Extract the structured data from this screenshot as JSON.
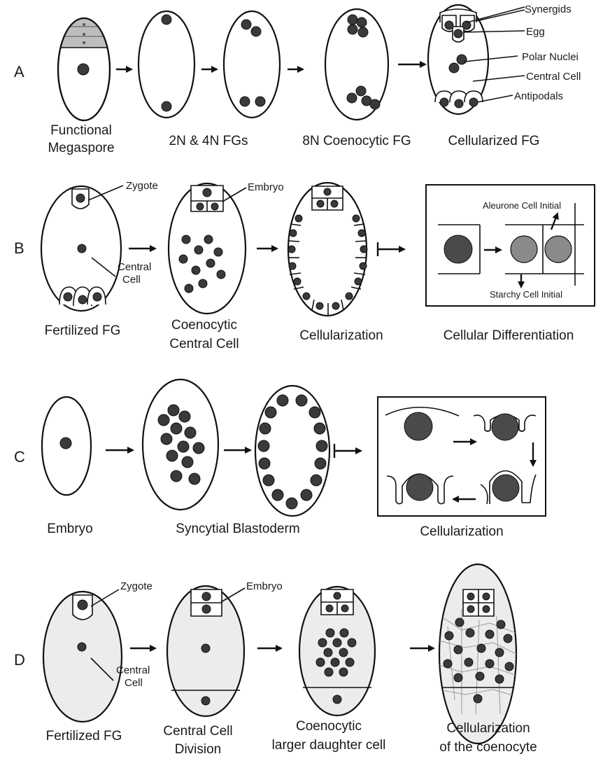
{
  "rows": {
    "A": {
      "letter": "A",
      "captions": [
        "Functional",
        "Megaspore",
        "2N & 4N FGs",
        "8N Coenocytic FG",
        "Cellularized FG"
      ],
      "labels": [
        "Synergids",
        "Egg",
        "Polar Nuclei",
        "Central Cell",
        "Antipodals"
      ]
    },
    "B": {
      "letter": "B",
      "labels": [
        "Zygote",
        "Central",
        "Cell",
        "Embryo",
        "Aleurone Cell Initial",
        "Starchy Cell Initial"
      ],
      "captions": [
        "Fertilized FG",
        "Coenocytic",
        "Central Cell",
        "Cellularization",
        "Cellular Differentiation"
      ]
    },
    "C": {
      "letter": "C",
      "captions": [
        "Embryo",
        "Syncytial Blastoderm",
        "Cellularization"
      ]
    },
    "D": {
      "letter": "D",
      "labels": [
        "Zygote",
        "Embryo",
        "Central",
        "Cell"
      ],
      "captions": [
        "Fertilized FG",
        "Central Cell",
        "Division",
        "Coenocytic",
        "larger daughter cell",
        "Cellularization",
        "of the coenocyte"
      ]
    }
  },
  "colors": {
    "nucleus": "#3a3a3a",
    "light_nucleus": "#8a8a8a",
    "shaded_region": "#ececec",
    "line": "#111111"
  }
}
